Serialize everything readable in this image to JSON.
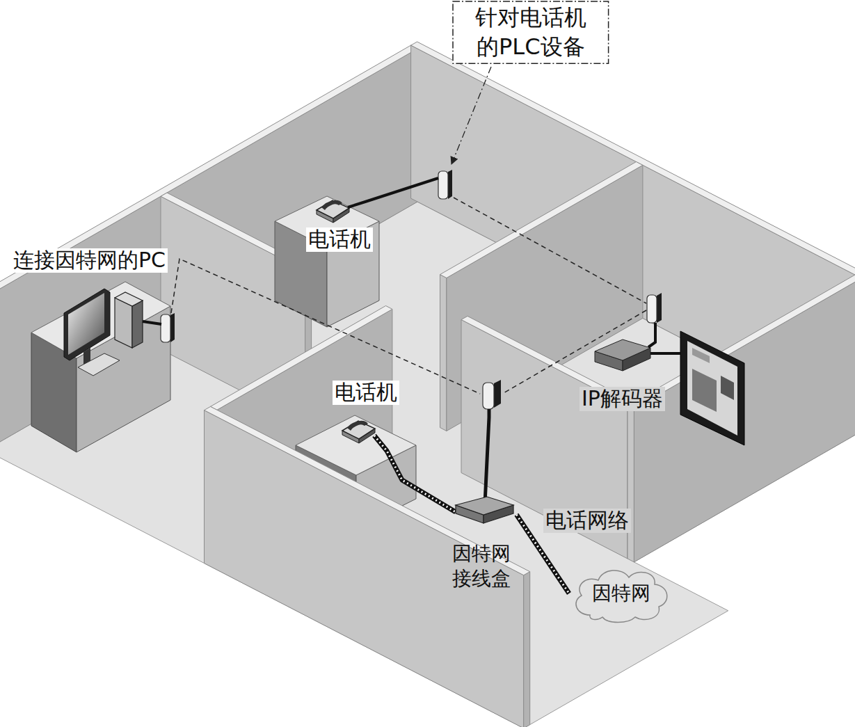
{
  "diagram": {
    "nodes": [
      {
        "text": [
          "针对电话机 的PLC设备"
        ]
      },
      {
        "text": [
          "因特网 接线盒"
        ]
      },
      {
        "text": [
          "因特网"
        ]
      }
    ],
    "edges": [
      {
        "from": 1,
        "to": 2,
        "arrow": "none"
      }
    ],
    "labels": [
      "电话机",
      "连接因特网的PC",
      "电话机",
      "IP解码器",
      "电话网络"
    ]
  }
}
